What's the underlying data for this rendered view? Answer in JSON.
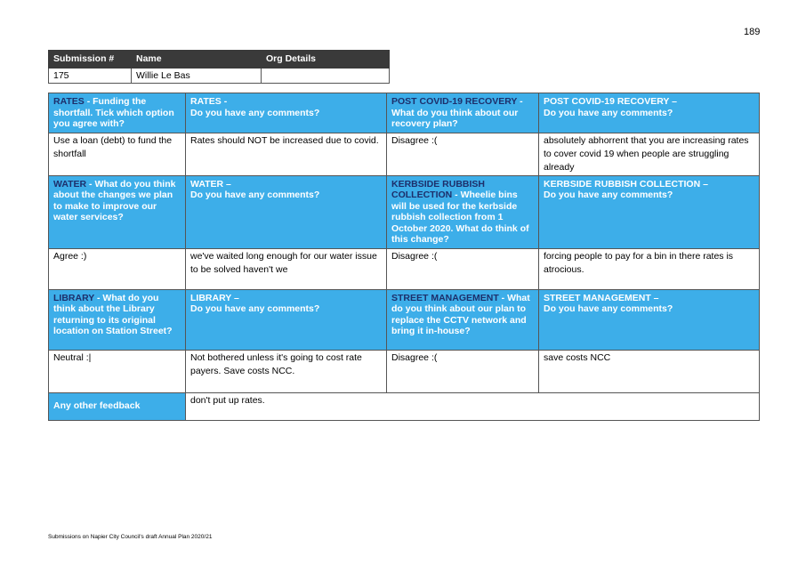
{
  "page_number": "189",
  "submission": {
    "headers": [
      "Submission #",
      "Name",
      "Org Details"
    ],
    "values": [
      "175",
      "Willie Le Bas",
      ""
    ]
  },
  "rows": {
    "rates_q_dark": "RATES",
    "rates_q_rest": " - Funding the shortfall. Tick which option you agree with?",
    "rates_c_dark": "RATES -",
    "rates_c_rest": "Do you have any comments?",
    "covid_q_dark": "POST COVID-19 RECOVERY",
    "covid_q_rest": " - What do you think about our recovery plan?",
    "covid_c_dark": "POST COVID-19 RECOVERY –",
    "covid_c_rest": "Do you have any comments?",
    "rates_answer": "Use a loan (debt) to fund the shortfall",
    "rates_comment": "Rates should NOT be increased due to covid.",
    "covid_answer": "Disagree :(",
    "covid_comment": "absolutely abhorrent that you are increasing rates to cover covid 19 when people are struggling already",
    "water_q_dark": "WATER",
    "water_q_rest": " - What do you think about the changes we plan to make to improve our water services?",
    "water_c_dark": "WATER –",
    "water_c_rest": "Do you have any comments?",
    "kerb_q_dark": "KERBSIDE RUBBISH COLLECTION",
    "kerb_q_rest": " - Wheelie bins will be used for the kerbside rubbish collection from 1 October 2020. What do think of this change?",
    "kerb_c_dark": "KERBSIDE RUBBISH COLLECTION –",
    "kerb_c_rest": "Do you have any comments?",
    "water_answer": "Agree :)",
    "water_comment": "we've waited long enough for our water issue to be solved haven't we",
    "kerb_answer": "Disagree :(",
    "kerb_comment": "forcing people to pay for a bin in there rates is atrocious.",
    "library_q_dark": "LIBRARY",
    "library_q_rest": " - What do you think about the Library returning to its original location on Station Street?",
    "library_c_dark": "LIBRARY –",
    "library_c_rest": "Do you have any comments?",
    "street_q_dark": "STREET MANAGEMENT",
    "street_q_rest": " - What do you think about our plan to replace the CCTV network and bring it in-house?",
    "street_c_dark": "STREET MANAGEMENT –",
    "street_c_rest": "Do you have any comments?",
    "library_answer": "Neutral :|",
    "library_comment": "Not bothered unless it's going to cost rate payers. Save costs NCC.",
    "street_answer": "Disagree :(",
    "street_comment": "save costs NCC",
    "other_label": "Any other feedback",
    "other_comment": "don't put up rates."
  },
  "footer": "Submissions on Napier City Council's draft Annual Plan 2020/21",
  "colors": {
    "header_blue": "#3daee9",
    "header_dark": "#3a3a3a",
    "dark_text": "#1d2f6b"
  }
}
